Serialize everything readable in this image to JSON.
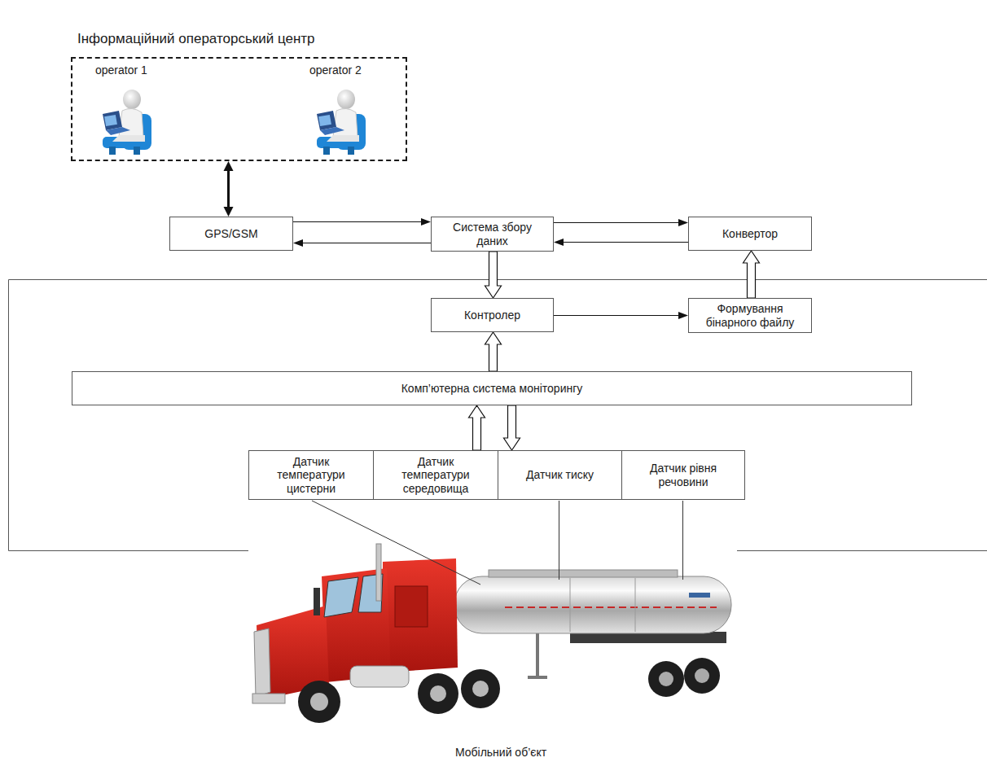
{
  "diagram": {
    "title": "Інформаційний операторський центр",
    "nodes": [
      {
        "text": [
          "operator 1",
          "operator 2"
        ]
      },
      {
        "text": [
          "GPS/GSM"
        ]
      },
      {
        "text": [
          "Система збору даних"
        ]
      },
      {
        "text": [
          "Конвертор"
        ]
      },
      {
        "text": [
          "Контролер"
        ]
      },
      {
        "text": [
          "Формування бінарного файлу"
        ]
      },
      {
        "text": [
          "Комп’ютерна система моніторингу"
        ]
      },
      {
        "text": [
          "Датчик температури цистерни"
        ]
      },
      {
        "text": [
          "Датчик температури середовища"
        ]
      },
      {
        "text": [
          "Датчик тиску"
        ]
      },
      {
        "text": [
          "Датчик рівня речовини"
        ]
      }
    ],
    "edges": [
      {
        "from": 0,
        "to": 1,
        "arrow": "both"
      },
      {
        "from": 1,
        "to": 2,
        "arrow": "to"
      },
      {
        "from": 2,
        "to": 1,
        "arrow": "to"
      },
      {
        "from": 2,
        "to": 3,
        "arrow": "to"
      },
      {
        "from": 3,
        "to": 2,
        "arrow": "to"
      },
      {
        "from": 2,
        "to": 4,
        "arrow": "to"
      },
      {
        "from": 4,
        "to": 5,
        "arrow": "to"
      },
      {
        "from": 5,
        "to": 3,
        "arrow": "to"
      },
      {
        "from": 6,
        "to": 4,
        "arrow": "to"
      },
      {
        "from": 8,
        "to": 6,
        "arrow": "to"
      },
      {
        "from": 6,
        "to": 9,
        "arrow": "to"
      }
    ],
    "labels": [
      "Мобільний об’єкт"
    ]
  }
}
